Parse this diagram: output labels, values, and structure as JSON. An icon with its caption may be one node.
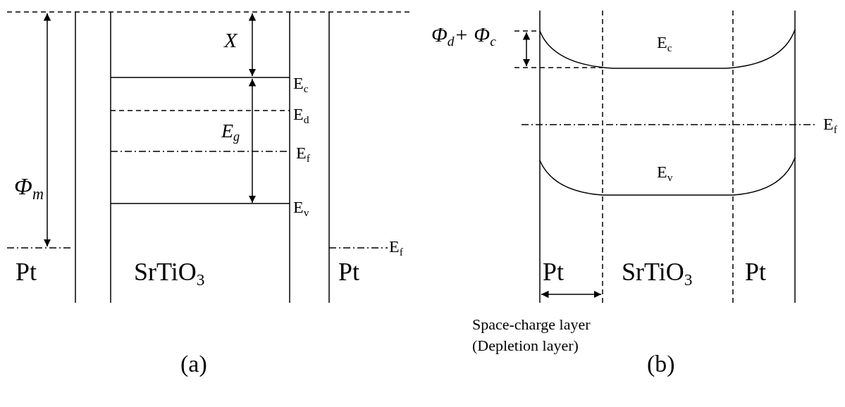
{
  "diagram": {
    "labels": [
      "Φ$_{m}$",
      "X",
      "E$_{c}$",
      "E$_{g}$",
      "E$_{d}$",
      "E$_{f}$",
      "E$_{v}$",
      "Pt",
      "SrTiO$_{3}$",
      "Pt",
      "E$_{f}$",
      "(a)",
      "Φ$_{d}$+ Φ$_{c}$",
      "E$_{c}$",
      "E$_{f}$",
      "E$_{v}$",
      "Pt",
      "SrTiO$_{3}$",
      "Pt",
      "Space-charge layer (Depletion layer)",
      "(b)"
    ]
  }
}
